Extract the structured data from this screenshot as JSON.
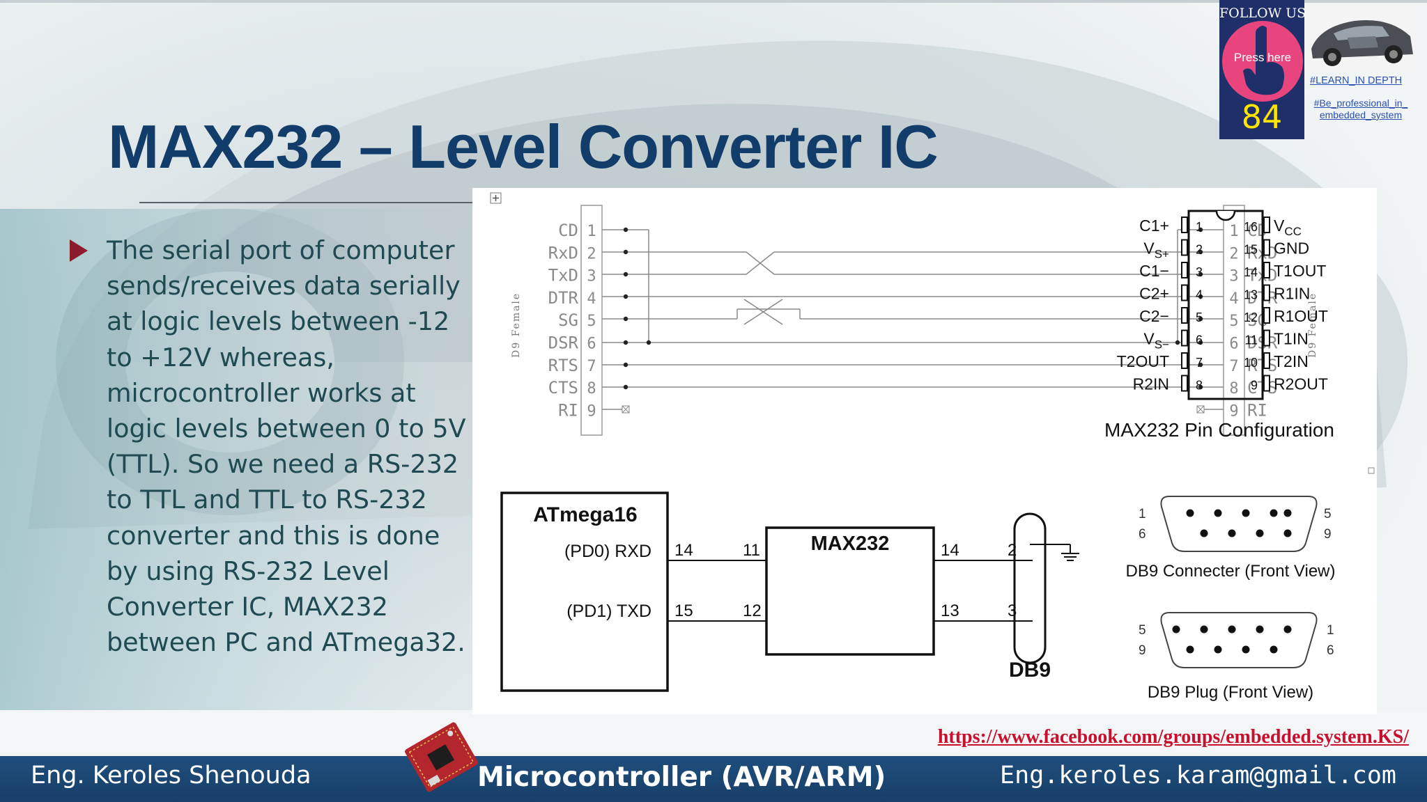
{
  "slide": {
    "title": "MAX232 – Level Converter IC",
    "bullet": "The serial port of computer sends/receives data serially at logic levels between -12 to +12V whereas, microcontroller works at logic levels between 0 to 5V (TTL). So we need a RS-232 to TTL and TTL to RS-232 converter and this is done by using RS-232 Level Converter IC, MAX232 between PC and ATmega32.",
    "page_number": "84"
  },
  "badge": {
    "follow_label": "FOLLOW US",
    "press_label": "Press here",
    "hashtag_1": "#LEARN_IN DEPTH",
    "hashtag_2": "#Be_professional_in_ embedded_system"
  },
  "d9_diagram": {
    "side_label": "D9 Female",
    "pins": [
      {
        "num": "1",
        "name": "CD"
      },
      {
        "num": "2",
        "name": "RxD"
      },
      {
        "num": "3",
        "name": "TxD"
      },
      {
        "num": "4",
        "name": "DTR"
      },
      {
        "num": "5",
        "name": "SG"
      },
      {
        "num": "6",
        "name": "DSR"
      },
      {
        "num": "7",
        "name": "RTS"
      },
      {
        "num": "8",
        "name": "CTS"
      },
      {
        "num": "9",
        "name": "RI"
      }
    ]
  },
  "max232_pinout": {
    "caption": "MAX232 Pin Configuration",
    "left_pins": [
      {
        "num": "1",
        "name": "C1+",
        "main": "C1+",
        "sub": ""
      },
      {
        "num": "2",
        "name": "VS+",
        "main": "V",
        "sub": "S+"
      },
      {
        "num": "3",
        "name": "C1−",
        "main": "C1−",
        "sub": ""
      },
      {
        "num": "4",
        "name": "C2+",
        "main": "C2+",
        "sub": ""
      },
      {
        "num": "5",
        "name": "C2−",
        "main": "C2−",
        "sub": ""
      },
      {
        "num": "6",
        "name": "VS−",
        "main": "V",
        "sub": "S−"
      },
      {
        "num": "7",
        "name": "T2OUT",
        "main": "T2OUT",
        "sub": ""
      },
      {
        "num": "8",
        "name": "R2IN",
        "main": "R2IN",
        "sub": ""
      }
    ],
    "right_pins": [
      {
        "num": "16",
        "name": "VCC",
        "main": "V",
        "sub": "CC"
      },
      {
        "num": "15",
        "name": "GND",
        "main": "GND",
        "sub": ""
      },
      {
        "num": "14",
        "name": "T1OUT",
        "main": "T1OUT",
        "sub": ""
      },
      {
        "num": "13",
        "name": "R1IN",
        "main": "R1IN",
        "sub": ""
      },
      {
        "num": "12",
        "name": "R1OUT",
        "main": "R1OUT",
        "sub": ""
      },
      {
        "num": "11",
        "name": "T1IN",
        "main": "T1IN",
        "sub": ""
      },
      {
        "num": "10",
        "name": "T2IN",
        "main": "T2IN",
        "sub": ""
      },
      {
        "num": "9",
        "name": "R2OUT",
        "main": "R2OUT",
        "sub": ""
      }
    ]
  },
  "circuit": {
    "mcu_label": "ATmega16",
    "mcu_pin_rxd": "(PD0) RXD",
    "mcu_pin_txd": "(PD1) TXD",
    "max_label": "MAX232",
    "db9_label": "DB9",
    "wire_numbers": [
      "14",
      "11",
      "15",
      "12",
      "14",
      "2",
      "13",
      "3"
    ]
  },
  "connectors": {
    "connector_caption": "DB9 Connecter (Front View)",
    "connector_pins": [
      "1",
      "5",
      "6",
      "9"
    ],
    "plug_caption": "DB9 Plug (Front View)",
    "plug_pins": [
      "5",
      "1",
      "9",
      "6"
    ]
  },
  "footer": {
    "fb_link": "https://www.facebook.com/groups/embedded.system.KS/",
    "author": "Eng. Keroles Shenouda",
    "course": "Microcontroller (AVR/ARM)",
    "email": "Eng.keroles.karam@gmail.com"
  },
  "colors": {
    "title": "#123d6a",
    "body_text": "#1f4a52",
    "bullet": "#8b1a2b",
    "footer_bg": "#1f4e7d",
    "badge_bg": "#1f2f6a",
    "badge_circle": "#e8457e",
    "page_number": "#ffe400",
    "link": "#c8102e"
  }
}
